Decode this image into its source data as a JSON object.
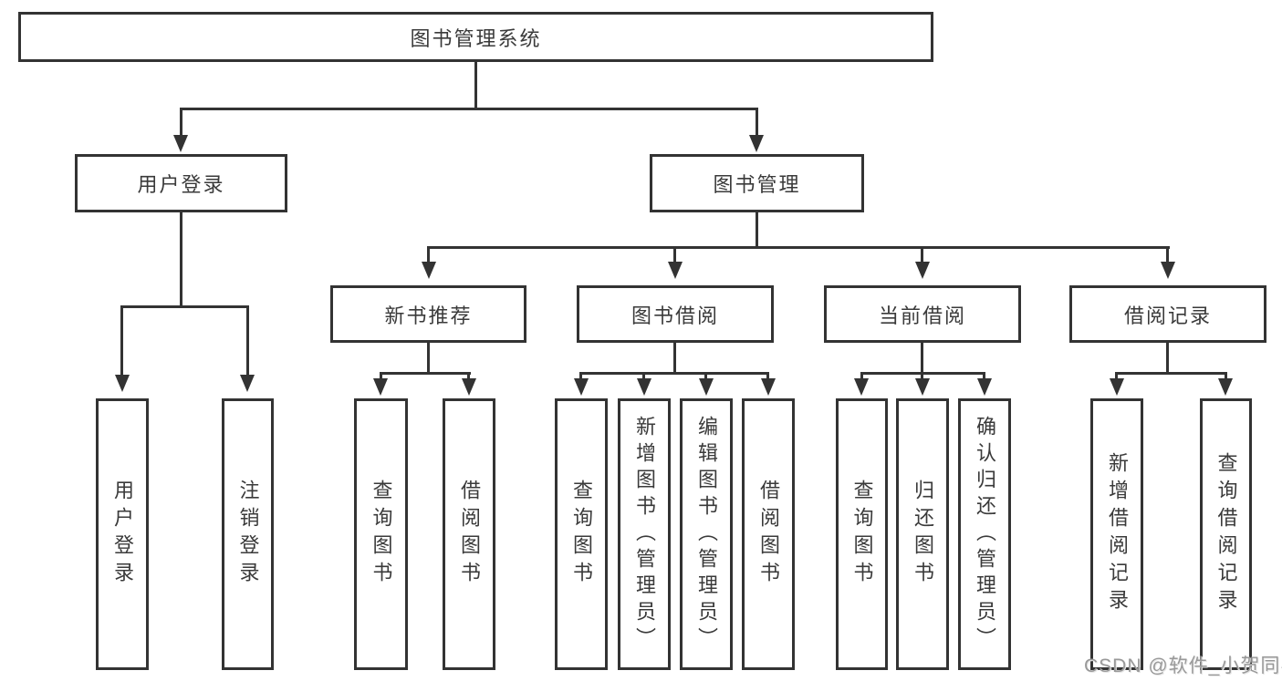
{
  "diagram": {
    "root": {
      "label": "图书管理系统"
    },
    "level2": {
      "user_login": {
        "label": "用户登录"
      },
      "book_management": {
        "label": "图书管理"
      }
    },
    "level3": {
      "new_book_recommendation": {
        "label": "新书推荐"
      },
      "book_borrowing": {
        "label": "图书借阅"
      },
      "current_borrowing": {
        "label": "当前借阅"
      },
      "borrowing_records": {
        "label": "借阅记录"
      }
    },
    "leaves": {
      "user_login_group": [
        "用户登录",
        "注销登录"
      ],
      "new_book_group": [
        "查询图书",
        "借阅图书"
      ],
      "book_borrowing_group": [
        "查询图书",
        "新增图书（管理员）",
        "编辑图书（管理员）",
        "借阅图书"
      ],
      "current_borrowing_group": [
        "查询图书",
        "归还图书",
        "确认归还（管理员）"
      ],
      "borrowing_records_group": [
        "新增借阅记录",
        "查询借阅记录"
      ]
    },
    "watermark": "CSDN @软件_小贺同学",
    "colors": {
      "line": "#333333",
      "text": "#3a3a3a",
      "background": "#ffffff",
      "watermark": "#999999"
    }
  }
}
